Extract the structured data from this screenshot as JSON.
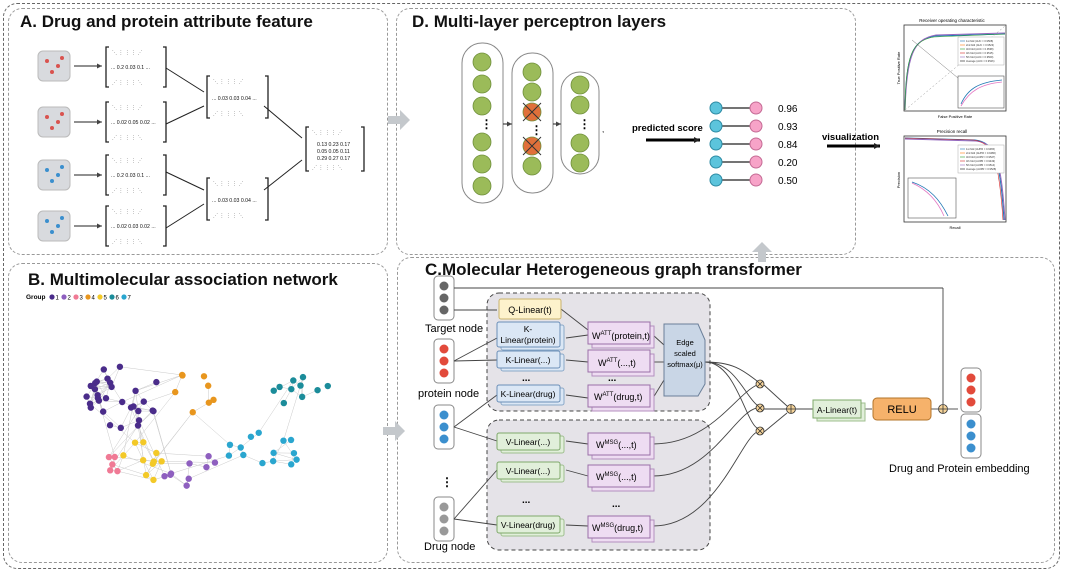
{
  "panels": {
    "a": {
      "title": "A. Drug and protein attribute feature"
    },
    "b": {
      "title": "B. Multimolecular association network",
      "legend_title": "Group",
      "legend_items": [
        "1",
        "2",
        "3",
        "4",
        "5",
        "6",
        "7"
      ]
    },
    "c": {
      "title": "C.Molecular Heterogeneous graph transformer"
    },
    "d": {
      "title": "D. Multi-layer perceptron layers"
    }
  },
  "matrices": {
    "row1": "... 0.2 0.03 0.1 ...",
    "row2": "... 0.02 0.05 0.02 ...",
    "row3": "... 0.2 0.03 0.1 ...",
    "row4": "... 0.02 0.03 0.02 ...",
    "mid": "... 0.03 0.03 0.04 ...",
    "final": [
      "0.13 0.23 0.17",
      "0.05 0.05 0.11",
      "0.29 0.27 0.17"
    ]
  },
  "scores": {
    "label": "predicted score",
    "values": [
      "0.96",
      "0.93",
      "0.84",
      "0.20",
      "0.50"
    ]
  },
  "visualization": {
    "label": "visualization"
  },
  "plots": {
    "roc": {
      "title": "Receiver operating characteristic",
      "xlabel": "False Positive Rate",
      "ylabel": "True Positive Rate",
      "legend": [
        "1st fold (AUC = 0.9508)",
        "2nd fold (AUC = 0.9523)",
        "3rd fold (AUC = 0.9538)",
        "4th fold (AUC = 0.9515)",
        "5th fold (AUC = 0.9509)",
        "Average (AUC = 0.9526)"
      ]
    },
    "pr": {
      "title": "Precision recall",
      "xlabel": "Recall",
      "ylabel": "Precision",
      "legend": [
        "1st fold (AUPR = 0.9465)",
        "2nd fold (AUPR = 0.9486)",
        "3rd fold (AUPR = 0.9527)",
        "4th fold (AUPR = 0.9449)",
        "5th fold (AUPR = 0.9514)",
        "Average (AUPR = 0.9528)"
      ]
    }
  },
  "transformer": {
    "target_node": "Target node",
    "protein_node": "protein node",
    "drug_node": "Drug node",
    "q_linear": "Q-Linear(t)",
    "k_linear_1a": "K-",
    "k_linear_1b": "Linear(protein)",
    "k_linear_2": "K-Linear(...)",
    "k_linear_3": "K-Linear(drug)",
    "w_base": "W",
    "att_sup": "ATT",
    "msg_sup": "MSG",
    "watt_1": "(protein,t)",
    "watt_2": "(...,t)",
    "watt_3": "(drug,t)",
    "softmax_1": "Edge",
    "softmax_2": "scaled",
    "softmax_3": "softmax(μ)",
    "v_linear_1": "V-Linear(...)",
    "v_linear_2": "V-Linear(...)",
    "v_linear_3": "V-Linear(drug)",
    "wmsg_1": "(...,t)",
    "wmsg_2": "(...,t)",
    "wmsg_3": "(drug,t)",
    "a_linear": "A-Linear(t)",
    "relu": "RELU",
    "output": "Drug and Protein embedding",
    "dots": "..."
  },
  "colors": {
    "mlp_node": "#9bbb59",
    "dropout": "#e0703a",
    "q_fill": "#fdf2cc",
    "k_fill": "#dbe7f5",
    "v_fill": "#e1efda",
    "w_fill": "#eedcf2",
    "relu": "#f6b26b",
    "red_node": "#e24a3b",
    "blue_node": "#3b8fce",
    "gray_node": "#666666",
    "group_colors": [
      "#4a2c8a",
      "#8e5fbf",
      "#f07a95",
      "#e8961e",
      "#f3c928",
      "#1b8c9a",
      "#2aa6cf"
    ]
  }
}
